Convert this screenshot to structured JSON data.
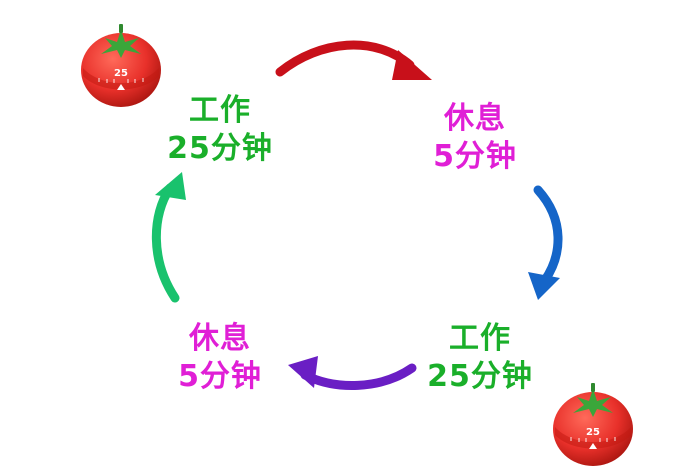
{
  "nodes": [
    {
      "line1": "工作",
      "line2": "25分钟",
      "kind": "work"
    },
    {
      "line1": "休息",
      "line2": "5分钟",
      "kind": "rest"
    },
    {
      "line1": "工作",
      "line2": "25分钟",
      "kind": "work"
    },
    {
      "line1": "休息",
      "line2": "5分钟",
      "kind": "rest"
    }
  ],
  "timer_label": "25",
  "colors": {
    "work": "#1aaf2a",
    "rest": "#e01fd6",
    "arrow_red": "#c8101a",
    "arrow_blue": "#1565c8",
    "arrow_purple": "#6a1ec4",
    "arrow_green": "#19c26d",
    "tomato": "#e8302a",
    "leaf": "#3aa63a"
  }
}
